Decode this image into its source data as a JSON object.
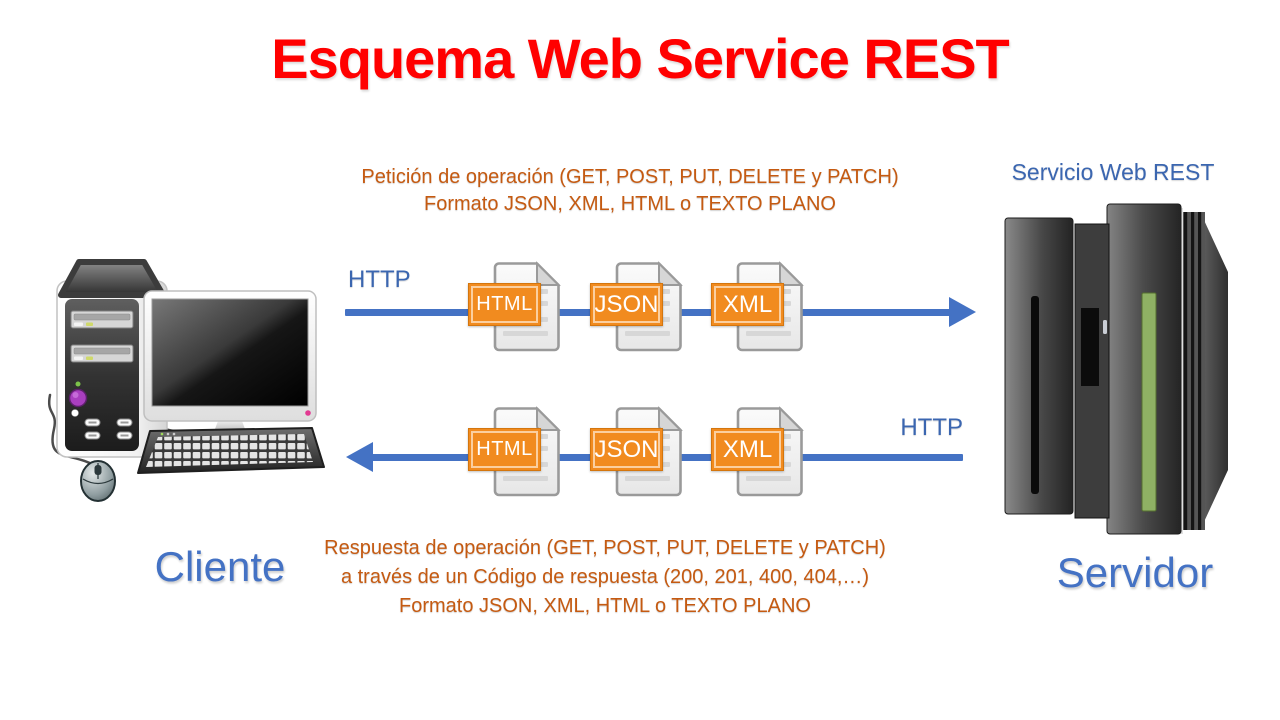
{
  "title": "Esquema Web Service REST",
  "colors": {
    "title_red": "#FF0000",
    "accent_blue": "#4472C4",
    "text_orange": "#C55A11",
    "badge_orange": "#F18B1F"
  },
  "client": {
    "label": "Cliente"
  },
  "server": {
    "label": "Servidor",
    "caption": "Servicio Web REST"
  },
  "request_flow": {
    "protocol": "HTTP",
    "description_line1": "Petición de operación (GET, POST, PUT, DELETE y PATCH)",
    "description_line2": "Formato JSON, XML, HTML o TEXTO PLANO",
    "files": [
      {
        "label": "HTML"
      },
      {
        "label": "JSON"
      },
      {
        "label": "XML"
      }
    ]
  },
  "response_flow": {
    "protocol": "HTTP",
    "description_line1": "Respuesta de operación (GET, POST, PUT, DELETE y PATCH)",
    "description_line2": "a través de un Código de respuesta (200, 201, 400, 404,…)",
    "description_line3": "Formato JSON, XML, HTML o TEXTO PLANO",
    "files": [
      {
        "label": "HTML"
      },
      {
        "label": "JSON"
      },
      {
        "label": "XML"
      }
    ]
  }
}
